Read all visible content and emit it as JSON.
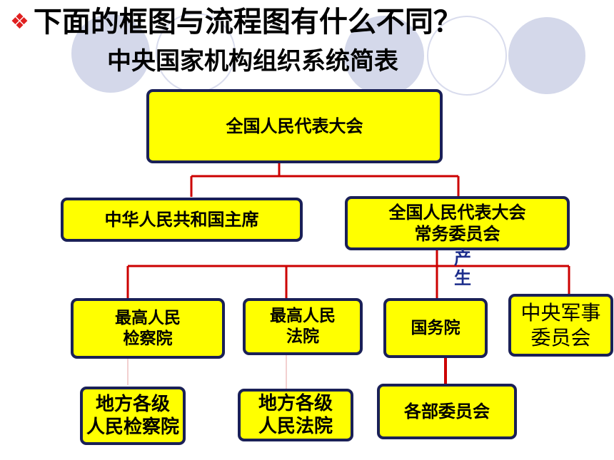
{
  "slide": {
    "bullet": "❖",
    "title": "下面的框图与流程图有什么不同？",
    "subtitle": "中央国家机构组织系统简表"
  },
  "nodes": {
    "npc": "全国人民代表大会",
    "president": "中华人民共和国主席",
    "standing_committee": "全国人民代表大会\n常务委员会",
    "procuratorate": "最高人民\n检察院",
    "court": "最高人民\n法院",
    "state_council": "国务院",
    "military_commission": "中央军事\n委员会",
    "local_procuratorates": "地方各级\n人民检察院",
    "local_courts": "地方各级\n人民法院",
    "ministries": "各部委员会"
  },
  "annotation": "产\n生",
  "colors": {
    "box_fill": "#ffff00",
    "box_border": "#1a2057",
    "connector": "#cc0000",
    "annotation": "#1c2d8c",
    "bullet": "#e02020"
  }
}
